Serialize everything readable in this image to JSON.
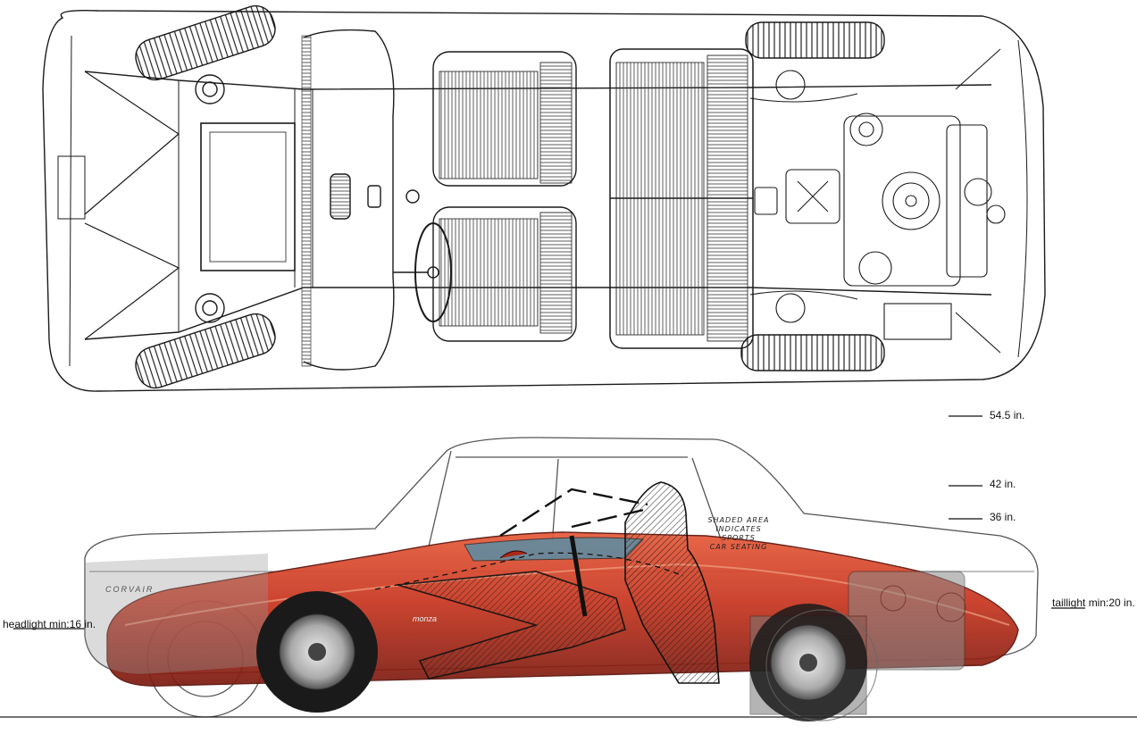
{
  "annotations": {
    "height_1": "54.5 in.",
    "height_2": "42 in.",
    "height_3": "36 in.",
    "taillight": "taillight min:20 in.",
    "headlight": "headlight min:16 in.",
    "shaded_note": [
      "SHADED AREA",
      "INDICATES SPORTS",
      "CAR SEATING"
    ]
  },
  "emblems": {
    "badge_corvair": "CORVAIR",
    "badge_monza": "monza"
  },
  "colors": {
    "line_art": "#1a1a1a",
    "body_red": "#c8351f",
    "body_red_dark": "#8e1f12",
    "seating_shade": "#444444",
    "background": "#ffffff"
  }
}
